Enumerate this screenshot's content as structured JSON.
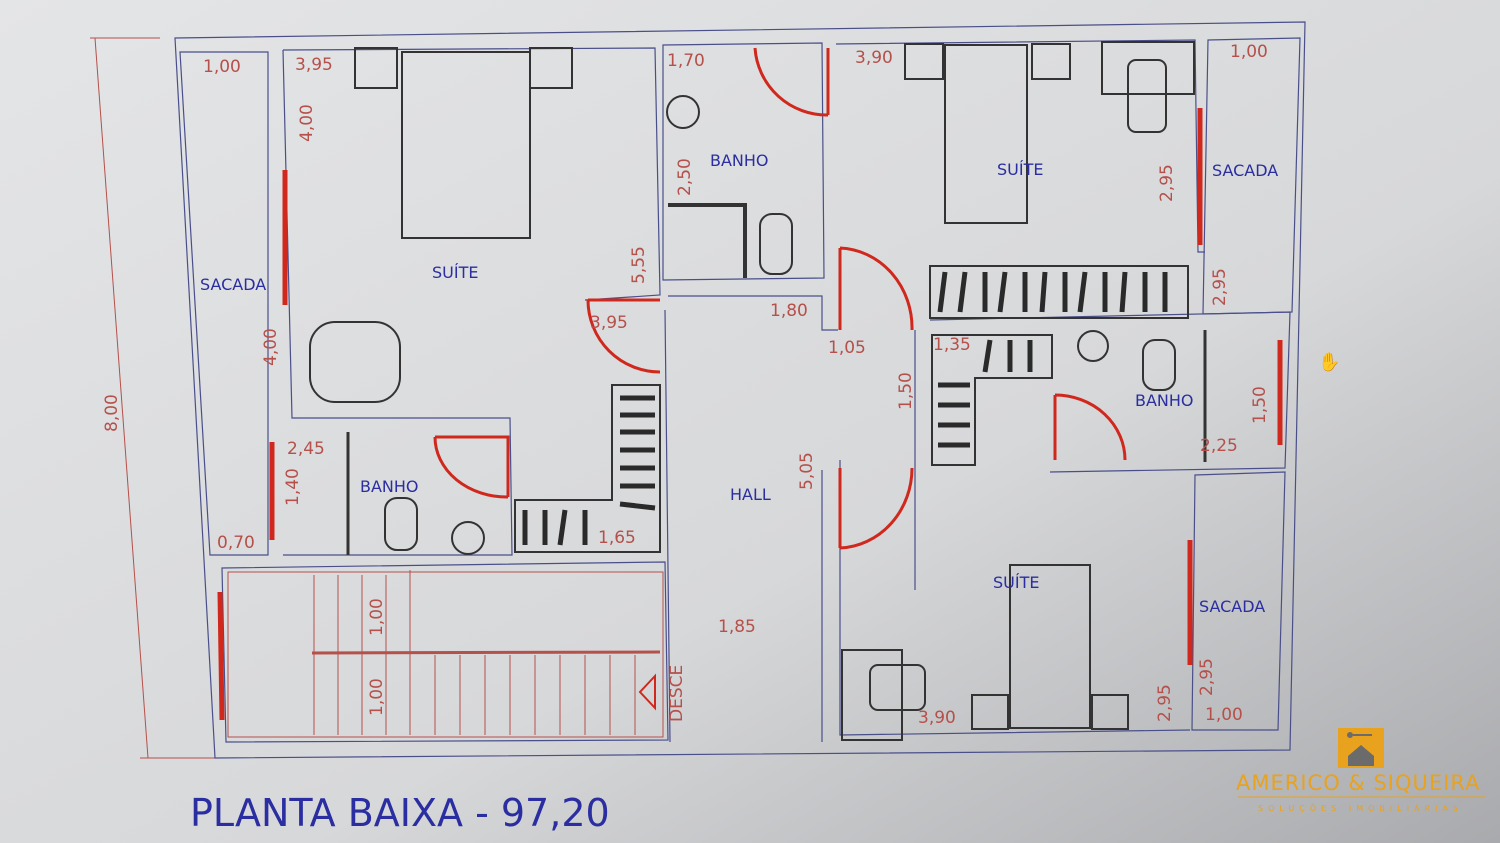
{
  "plan": {
    "title": "PLANTA BAIXA - 97,20",
    "rooms": {
      "suite_1": "SUÍTE",
      "sacada_1": "SACADA",
      "banho_1": "BANHO",
      "banho_2": "BANHO",
      "hall": "HALL",
      "suite_2": "SUÍTE",
      "sacada_2": "SACADA",
      "banho_3": "BANHO",
      "suite_3": "SUÍTE",
      "sacada_3": "SACADA"
    },
    "stairs_label": "DESCE",
    "dimensions": [
      "1,00",
      "3,95",
      "4,00",
      "4,00",
      "5,55",
      "3,95",
      "1,70",
      "2,50",
      "1,80",
      "1,05",
      "1,50",
      "5,05",
      "2,45",
      "1,40",
      "0,70",
      "1,65",
      "1,00",
      "1,00",
      "1,85",
      "3,90",
      "2,95",
      "1,00",
      "2,95",
      "1,35",
      "1,50",
      "2,25",
      "3,90",
      "2,95",
      "2,95",
      "1,00",
      "8,00"
    ]
  },
  "logo": {
    "name": "AMERICO & SIQUEIRA",
    "tagline": "SOLUÇÕES IMOBILIÁRIAS",
    "color": "#e8a21e"
  },
  "colors": {
    "walls": "#4a4f8a",
    "doors": "#d0281c",
    "labels": "#2a2ea0",
    "dims": "#b5504a"
  }
}
